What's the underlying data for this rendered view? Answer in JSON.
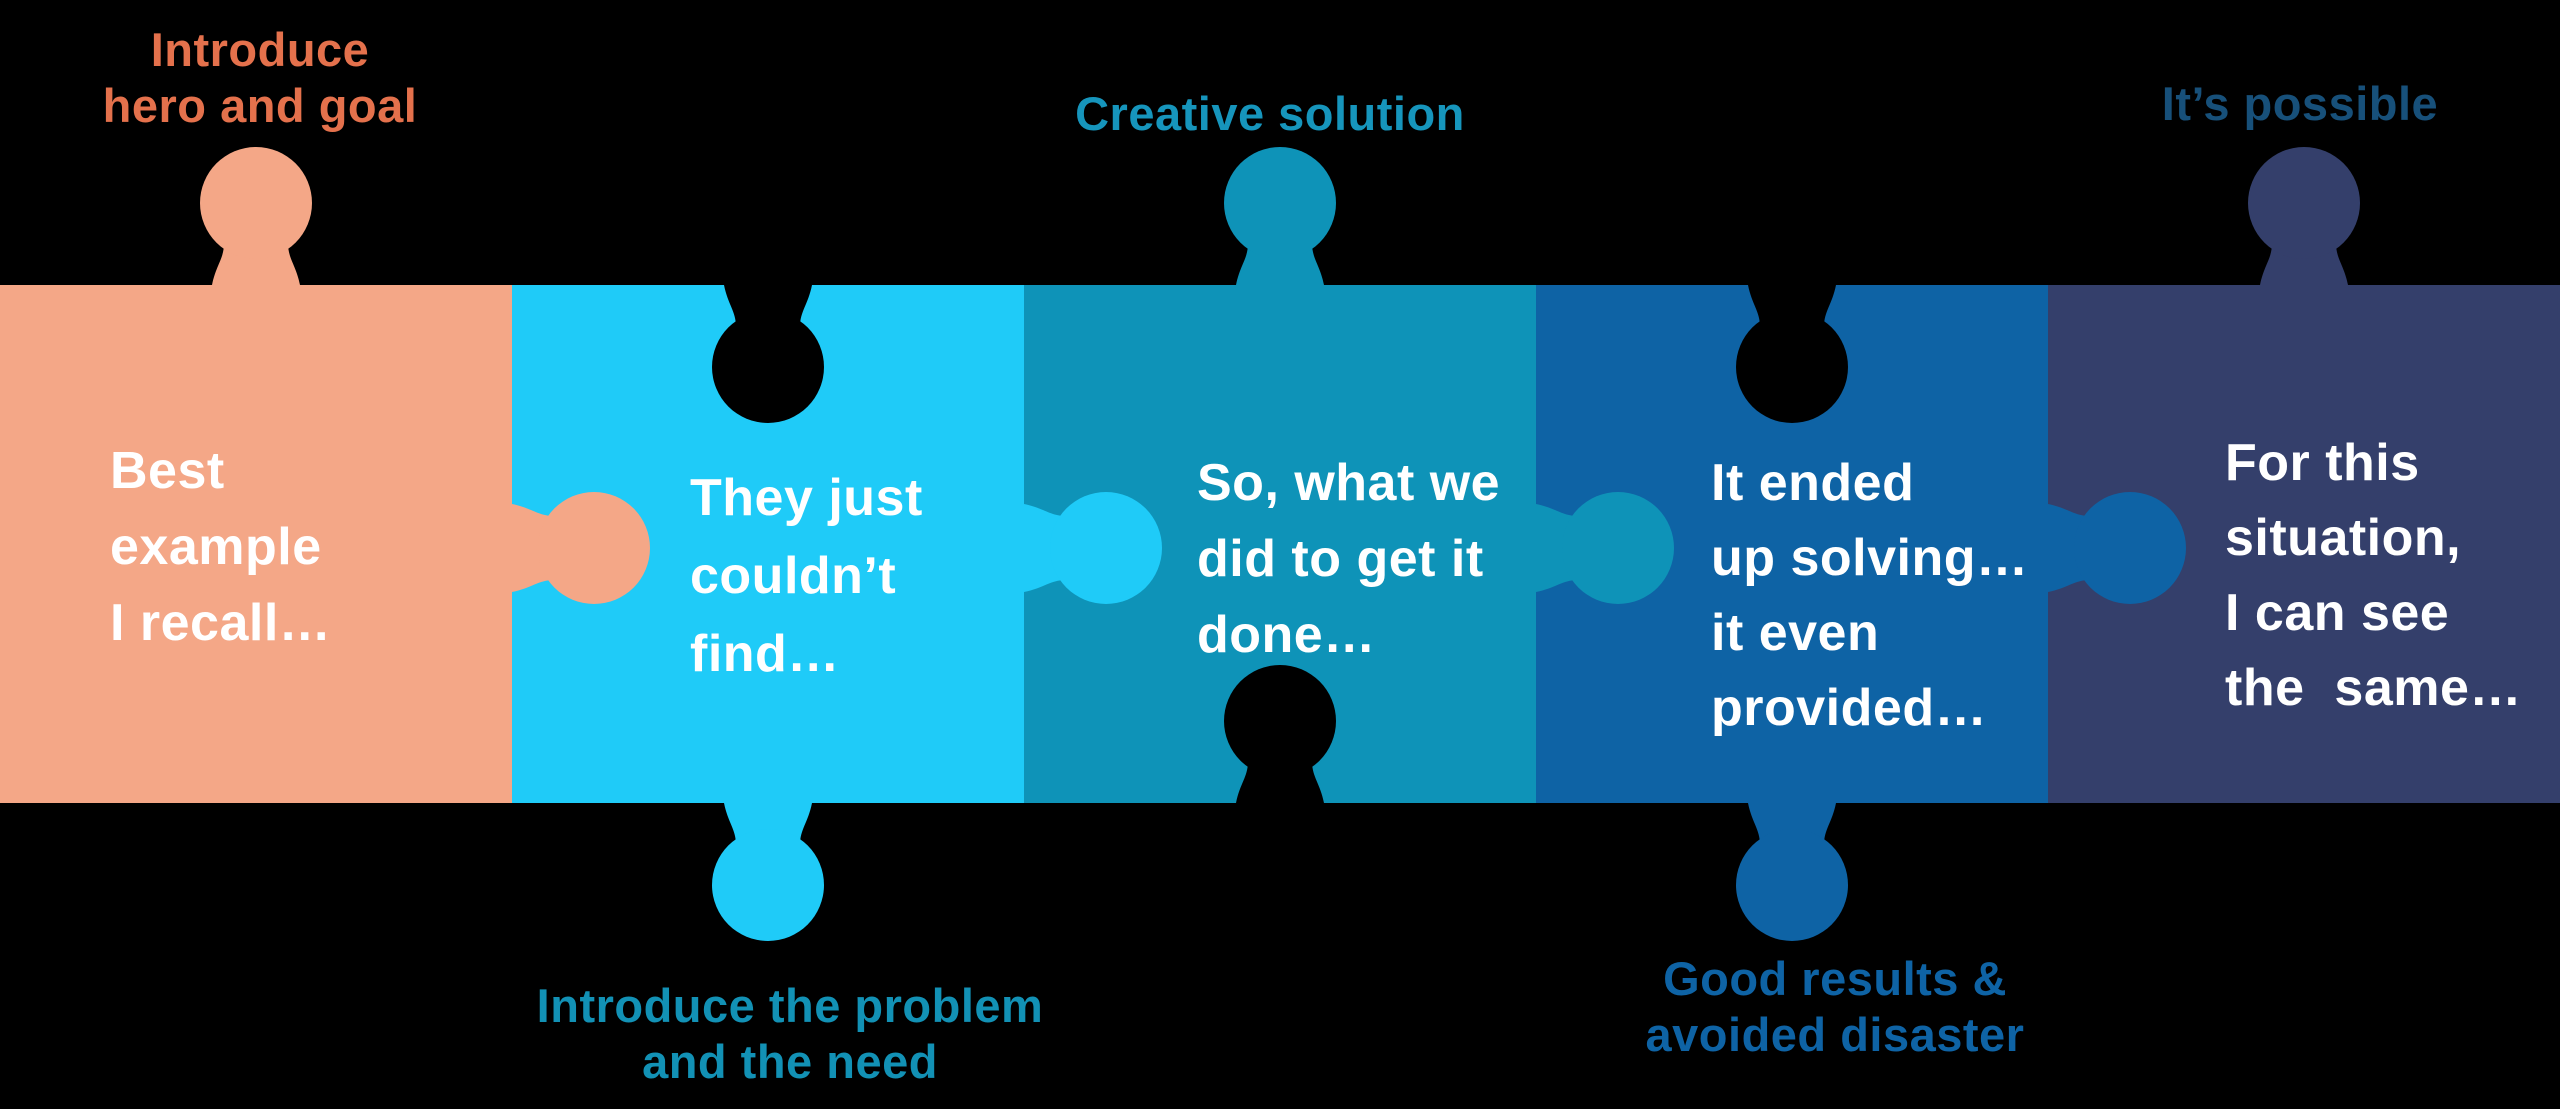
{
  "canvas": {
    "background": "#000000",
    "piece_text_color": "#FFFFFF"
  },
  "pieces": [
    {
      "color": "#F4A787",
      "text_lines": [
        "Best",
        "example",
        "I recall…"
      ],
      "label": {
        "lines": [
          "Introduce",
          "hero and goal"
        ],
        "color": "#E4714C",
        "position": "above"
      },
      "connectors": {
        "top": "knob",
        "right": "knob",
        "bottom": "flat",
        "left": "flat"
      }
    },
    {
      "color": "#1FCBF8",
      "text_lines": [
        "They just",
        "couldn’t",
        "find…"
      ],
      "label": {
        "lines": [
          "Introduce the problem",
          "and the need"
        ],
        "color": "#1291B5",
        "position": "below"
      },
      "connectors": {
        "top": "socket",
        "right": "knob",
        "bottom": "knob",
        "left": "socket"
      }
    },
    {
      "color": "#0E93B8",
      "text_lines": [
        "So, what we",
        "did to get it",
        "done…"
      ],
      "label": {
        "lines": [
          "Creative solution"
        ],
        "color": "#1695BC",
        "position": "above"
      },
      "connectors": {
        "top": "knob",
        "right": "knob",
        "bottom": "socket",
        "left": "socket"
      }
    },
    {
      "color": "#0E63A5",
      "text_lines": [
        "It ended",
        "up solving…",
        "it even",
        "provided…"
      ],
      "label": {
        "lines": [
          "Good results &",
          "avoided disaster"
        ],
        "color": "#0E63A5",
        "position": "below"
      },
      "connectors": {
        "top": "socket",
        "right": "knob",
        "bottom": "knob",
        "left": "socket"
      }
    },
    {
      "color": "#343F6B",
      "text_lines": [
        "For this",
        "situation,",
        "I can see",
        "the  same…"
      ],
      "label": {
        "lines": [
          "It’s possible"
        ],
        "color": "#17507A",
        "position": "above"
      },
      "connectors": {
        "top": "knob",
        "right": "flat",
        "bottom": "flat",
        "left": "socket"
      }
    }
  ]
}
